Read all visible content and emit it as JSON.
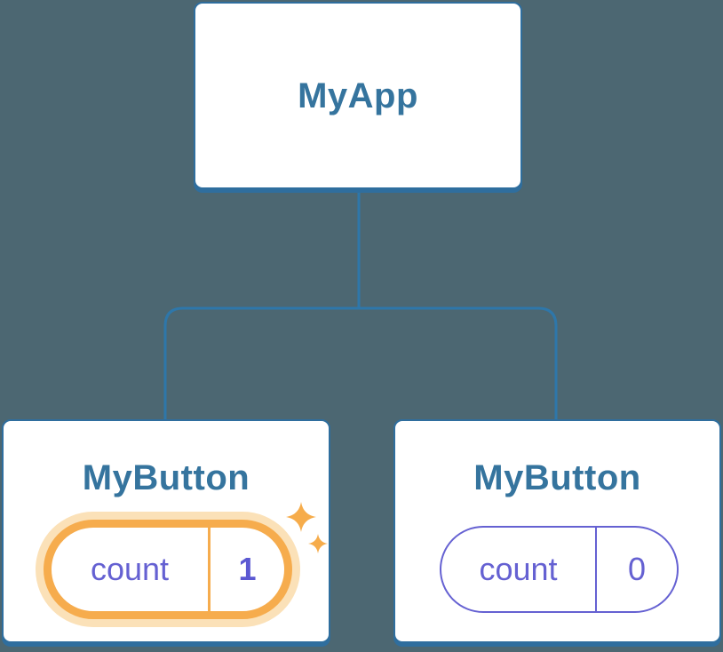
{
  "diagram": {
    "title": "component-tree",
    "root": {
      "label": "MyApp"
    },
    "children": [
      {
        "label": "MyButton",
        "state": {
          "key": "count",
          "value": "1"
        },
        "highlighted": true
      },
      {
        "label": "MyButton",
        "state": {
          "key": "count",
          "value": "0"
        },
        "highlighted": false
      }
    ]
  },
  "colors": {
    "background": "#4C6772",
    "node_fill": "#FFFFFF",
    "node_border": "#2F6E9E",
    "node_text": "#35749E",
    "connector": "#2E77AA",
    "purple": "#6561D2",
    "orange": "#F6AC4D",
    "orange_halo": "#FBE1B8",
    "sparkle": "#F6AC4B"
  }
}
